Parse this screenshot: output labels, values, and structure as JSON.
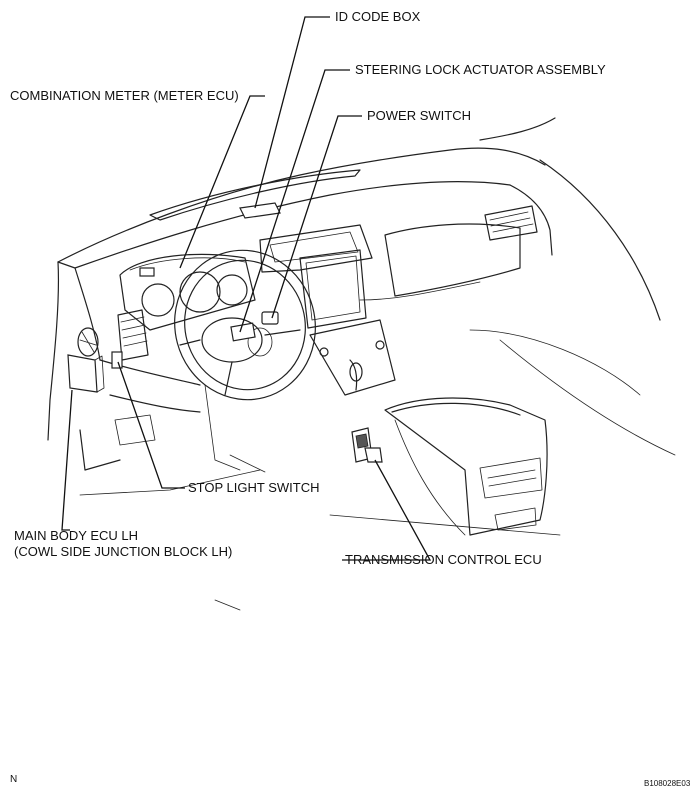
{
  "labels": {
    "id_code_box": "ID CODE BOX",
    "steering_lock": "STEERING LOCK ACTUATOR ASSEMBLY",
    "combination_meter": "COMBINATION METER (METER ECU)",
    "power_switch": "POWER SWITCH",
    "stop_light_switch": "STOP LIGHT SWITCH",
    "main_body_ecu_line1": "MAIN BODY ECU LH",
    "main_body_ecu_line2": "(COWL SIDE JUNCTION BLOCK LH)",
    "transmission_ecu": "TRANSMISSION CONTROL ECU"
  },
  "footer": {
    "orientation_mark": "N",
    "figure_code": "B108028E03"
  }
}
